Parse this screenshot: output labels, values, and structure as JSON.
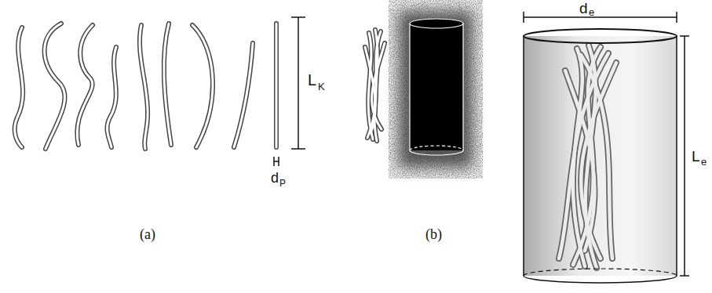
{
  "diagram": {
    "labels": [
      "L",
      "K",
      "d",
      "P",
      "(a)",
      "(b)",
      "d",
      "e",
      "L",
      "e"
    ]
  }
}
